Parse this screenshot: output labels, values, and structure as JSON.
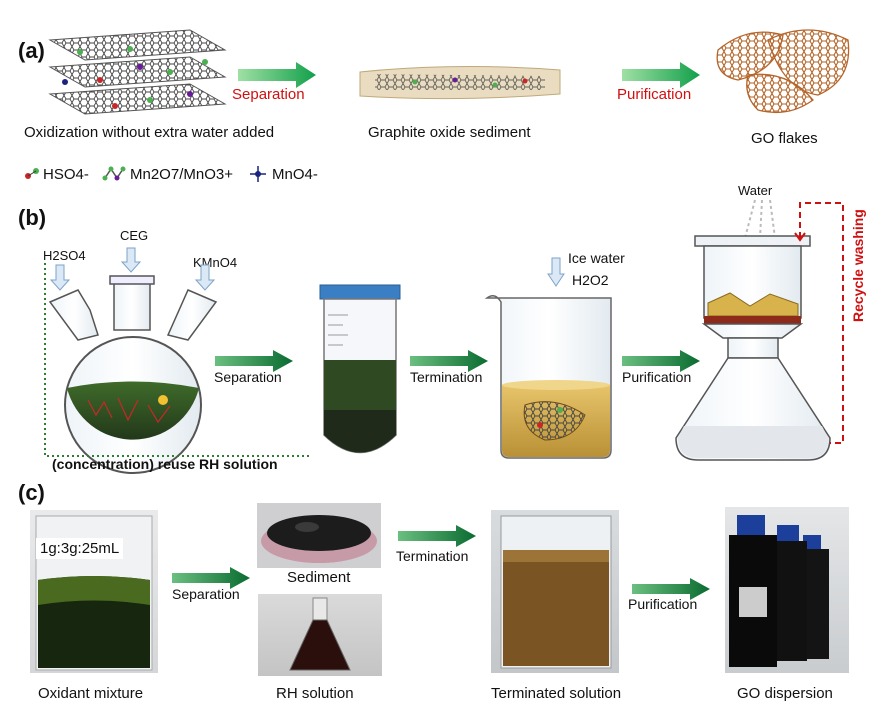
{
  "panel_a": {
    "label": "(a)",
    "step1_caption": "Oxidization without extra water added",
    "step2_caption": "Graphite oxide sediment",
    "step3_caption": "GO flakes",
    "arrow1_label": "Separation",
    "arrow2_label": "Purification",
    "legend": {
      "item1": "HSO4-",
      "item2": "Mn2O7/MnO3+",
      "item3": "MnO4-"
    }
  },
  "panel_b": {
    "label": "(b)",
    "reagent1": "H2SO4",
    "reagent2": "CEG",
    "reagent3": "KMnO4",
    "arrow1_label": "Separation",
    "arrow2_label": "Termination",
    "arrow3_label": "Purification",
    "ice_water": "Ice water",
    "h2o2": "H2O2",
    "water": "Water",
    "recycle": "Recycle washing",
    "reuse": "(concentration) reuse RH solution"
  },
  "panel_c": {
    "label": "(c)",
    "ratio": "1g:3g:25mL",
    "arrow1_label": "Separation",
    "arrow2_label": "Termination",
    "arrow3_label": "Purification",
    "sediment": "Sediment",
    "captions": [
      "Oxidant mixture",
      "RH solution",
      "Terminated solution",
      "GO dispersion"
    ]
  },
  "colors": {
    "arrow_green": "#1aa34a",
    "label_red": "#d01010",
    "reaction_green": "#2e4a1e",
    "flake_brown": "#b5652a"
  }
}
